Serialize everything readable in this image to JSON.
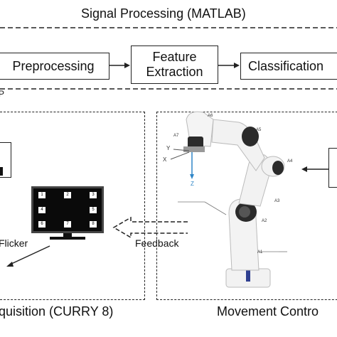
{
  "signal_processing": {
    "title": "Signal Processing (MATLAB)",
    "stages": [
      "Preprocessing",
      "Feature Extraction",
      "Classification"
    ],
    "arrow_stub_label": "P"
  },
  "acquisition": {
    "title": "quisition (CURRY 8)",
    "flicker_label": "Flicker",
    "monitor_targets": [
      "1",
      "2",
      "3",
      "4",
      "5",
      "6",
      "7",
      "8"
    ]
  },
  "feedback_label": "Feedback",
  "movement": {
    "title": "Movement Contro",
    "joint_labels": [
      "A1",
      "A2",
      "A3",
      "A4",
      "A5",
      "A6",
      "A7"
    ],
    "axis_labels": [
      "X",
      "Y",
      "Z"
    ]
  },
  "colors": {
    "line": "#222222",
    "robot_white": "#f2f2f2",
    "robot_dark": "#2b2b2b",
    "axis_blue": "#2f86c7"
  }
}
